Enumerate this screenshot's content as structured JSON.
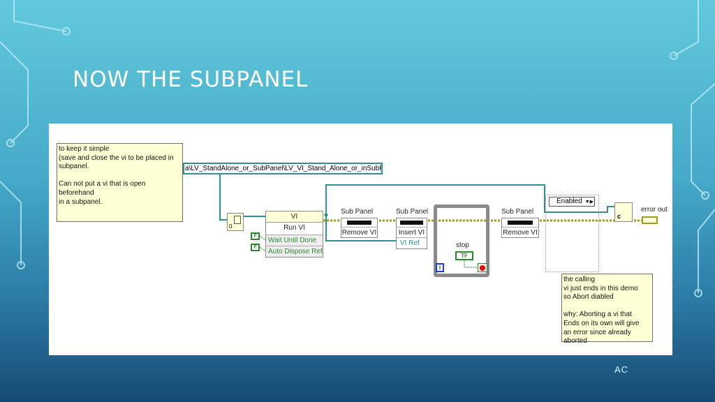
{
  "slide": {
    "title": "NOW THE SUBPANEL",
    "footer": "AC"
  },
  "diagram": {
    "comment_top": "to keep it simple\n(save and close the  vi to be placed in\nsubpanel.\n\nCan not put a vi that is open beforehand\nin a subpanel.",
    "path_constant": "a\\LV_StandAlone_or_SubPanel\\LV_VI_Stand_Alone_or_inSubPanel.vi",
    "open_ref_value": "0",
    "run_vi": {
      "header": "VI",
      "method": "Run VI",
      "params": [
        "Wait Until Done",
        "Auto Dispose Ref"
      ],
      "const": "F"
    },
    "remove1": {
      "label": "Sub Panel",
      "method": "Remove VI"
    },
    "insert": {
      "label": "Sub Panel",
      "method": "Insert VI",
      "param": "VI Ref"
    },
    "loop": {
      "stop_label": "stop",
      "stop_const": "TF",
      "iter": "i"
    },
    "remove2": {
      "label": "Sub Panel",
      "method": "Remove VI"
    },
    "disable": {
      "selector": "Enabled"
    },
    "error_node": "c",
    "error_out": "error out",
    "comment_bottom": "the calling\nvi just ends in this demo\nso Abort diabled\n\nwhy: Aborting a vi that\nEnds on its own will give\nan error since already aborted",
    "colors": {
      "error_wire": "#a39a1a",
      "ref_wire": "#2f8f94",
      "bool": "#2b8a2b",
      "comment_bg": "#ffffd6"
    }
  }
}
